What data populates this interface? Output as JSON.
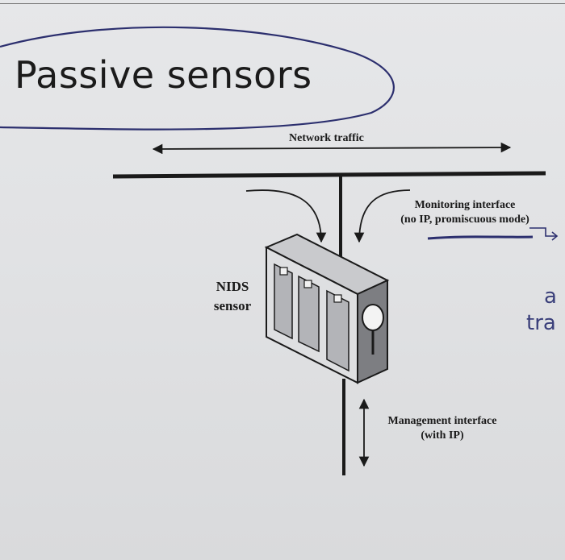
{
  "title": "Passive sensors",
  "labels": {
    "network_traffic": "Network traffic",
    "monitoring_line1": "Monitoring interface",
    "monitoring_line2": "(no IP, promiscuous mode)",
    "nids_line1": "NIDS",
    "nids_line2": "sensor",
    "management_line1": "Management interface",
    "management_line2": "(with IP)"
  },
  "handwriting": {
    "note_a": "a",
    "note_tr": "tra"
  },
  "colors": {
    "ink": "#1a1a1a",
    "pen": "#2c2f6e",
    "paper": "#e2e3e5"
  },
  "icons": [
    "nids-sensor-device-icon",
    "magnifier-icon"
  ]
}
